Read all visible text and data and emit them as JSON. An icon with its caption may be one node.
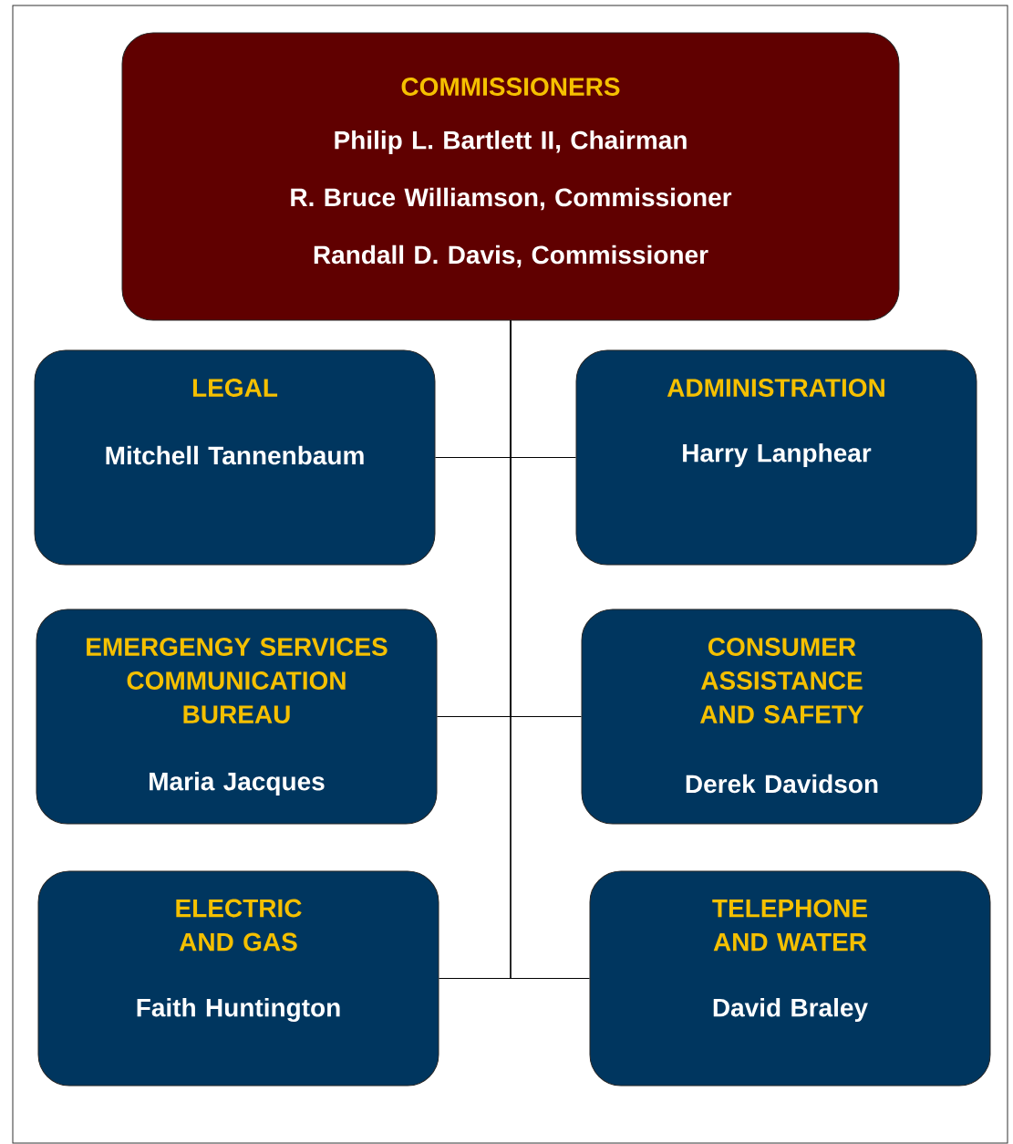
{
  "diagram": {
    "nodes": [
      {
        "text": [
          "COMMISSIONERS",
          "Philip L. Bartlett II, Chairman",
          "R. Bruce Williamson, Commissioner",
          "Randall D. Davis, Commissioner"
        ]
      },
      {
        "text": [
          "LEGAL",
          "Mitchell Tannenbaum"
        ]
      },
      {
        "text": [
          "ADMINISTRATION",
          "Harry Lanphear"
        ]
      },
      {
        "text": [
          "EMERGENGY SERVICES COMMUNICATION BUREAU",
          "Maria Jacques"
        ]
      },
      {
        "text": [
          "CONSUMER ASSISTANCE AND SAFETY",
          "Derek Davidson"
        ]
      },
      {
        "text": [
          "ELECTRIC AND GAS",
          "Faith Huntington"
        ]
      },
      {
        "text": [
          "TELEPHONE AND WATER",
          "David Braley"
        ]
      }
    ],
    "edges": [
      {
        "from": 0,
        "to": 1,
        "arrow": "none"
      },
      {
        "from": 0,
        "to": 2,
        "arrow": "none"
      },
      {
        "from": 0,
        "to": 3,
        "arrow": "none"
      },
      {
        "from": 0,
        "to": 4,
        "arrow": "none"
      },
      {
        "from": 0,
        "to": 5,
        "arrow": "none"
      },
      {
        "from": 0,
        "to": 6,
        "arrow": "none"
      }
    ]
  }
}
